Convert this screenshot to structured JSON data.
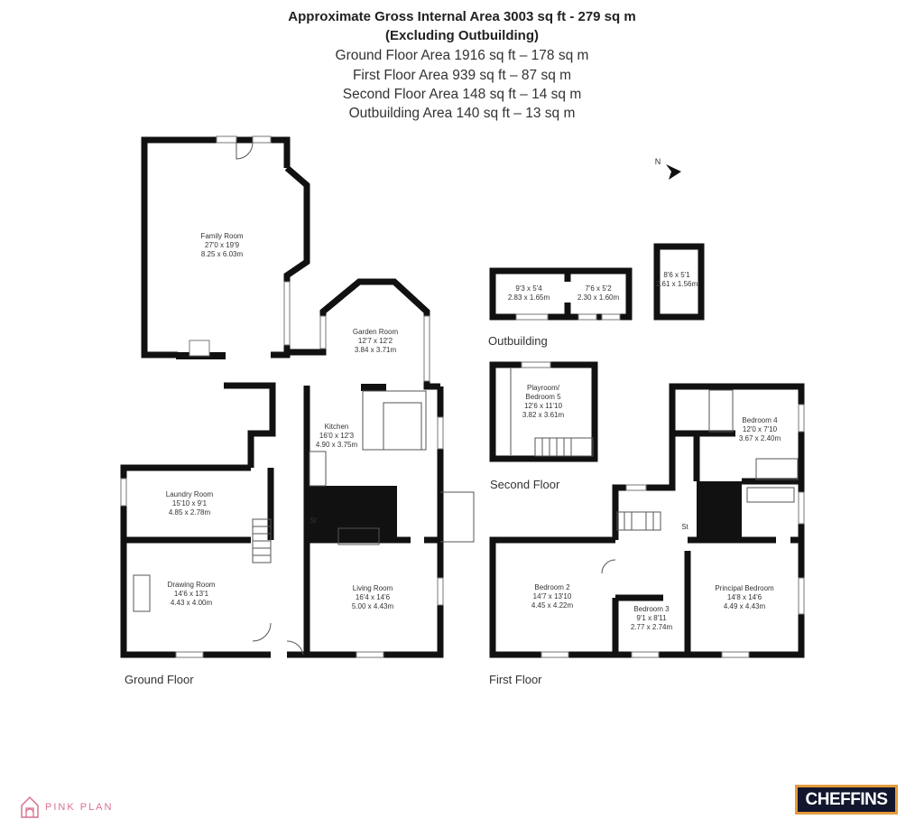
{
  "header": {
    "gross_area": "Approximate Gross Internal Area 3003 sq ft - 279 sq m",
    "exclusion": "(Excluding Outbuilding)",
    "ground_floor_area": "Ground Floor Area 1916 sq ft – 178 sq m",
    "first_floor_area": "First Floor Area 939 sq ft – 87 sq m",
    "second_floor_area": "Second Floor Area 148 sq ft – 14 sq m",
    "outbuilding_area": "Outbuilding Area 140 sq ft – 13 sq m"
  },
  "compass": {
    "label": "N",
    "icon": "north-arrow-icon"
  },
  "floors": {
    "ground": "Ground Floor",
    "first": "First Floor",
    "second": "Second Floor",
    "outbuilding": "Outbuilding"
  },
  "rooms": {
    "family_room": {
      "name": "Family Room",
      "imperial": "27'0 x 19'9",
      "metric": "8.25 x 6.03m"
    },
    "garden_room": {
      "name": "Garden Room",
      "imperial": "12'7 x 12'2",
      "metric": "3.84 x 3.71m"
    },
    "kitchen": {
      "name": "Kitchen",
      "imperial": "16'0 x 12'3",
      "metric": "4.90 x 3.75m"
    },
    "laundry_room": {
      "name": "Laundry Room",
      "imperial": "15'10 x 9'1",
      "metric": "4.85 x 2.78m"
    },
    "drawing_room": {
      "name": "Drawing Room",
      "imperial": "14'6 x 13'1",
      "metric": "4.43 x 4.00m"
    },
    "living_room": {
      "name": "Living Room",
      "imperial": "16'4 x 14'6",
      "metric": "5.00 x 4.43m"
    },
    "ground_store": {
      "name": "St"
    },
    "outbuilding_1": {
      "imperial": "9'3 x 5'4",
      "metric": "2.83 x 1.65m"
    },
    "outbuilding_2": {
      "imperial": "7'6 x 5'2",
      "metric": "2.30 x 1.60m"
    },
    "outbuilding_3": {
      "imperial": "8'6 x 5'1",
      "metric": "2.61 x 1.56m"
    },
    "playroom": {
      "name_line1": "Playroom/",
      "name_line2": "Bedroom 5",
      "imperial": "12'6 x 11'10",
      "metric": "3.82 x 3.61m"
    },
    "bedroom_4": {
      "name": "Bedroom 4",
      "imperial": "12'0 x 7'10",
      "metric": "3.67 x 2.40m"
    },
    "bedroom_2": {
      "name": "Bedroom 2",
      "imperial": "14'7 x 13'10",
      "metric": "4.45 x 4.22m"
    },
    "bedroom_3": {
      "name": "Bedroom 3",
      "imperial": "9'1 x 8'11",
      "metric": "2.77 x 2.74m"
    },
    "principal_bedroom": {
      "name": "Principal Bedroom",
      "imperial": "14'8 x 14'6",
      "metric": "4.49 x 4.43m"
    },
    "first_store": {
      "name": "St"
    }
  },
  "logos": {
    "left": "PINK PLAN",
    "right": "CHEFFINS",
    "left_color": "#d9738f",
    "right_bg": "#12172e",
    "right_border": "#e59a3b"
  }
}
